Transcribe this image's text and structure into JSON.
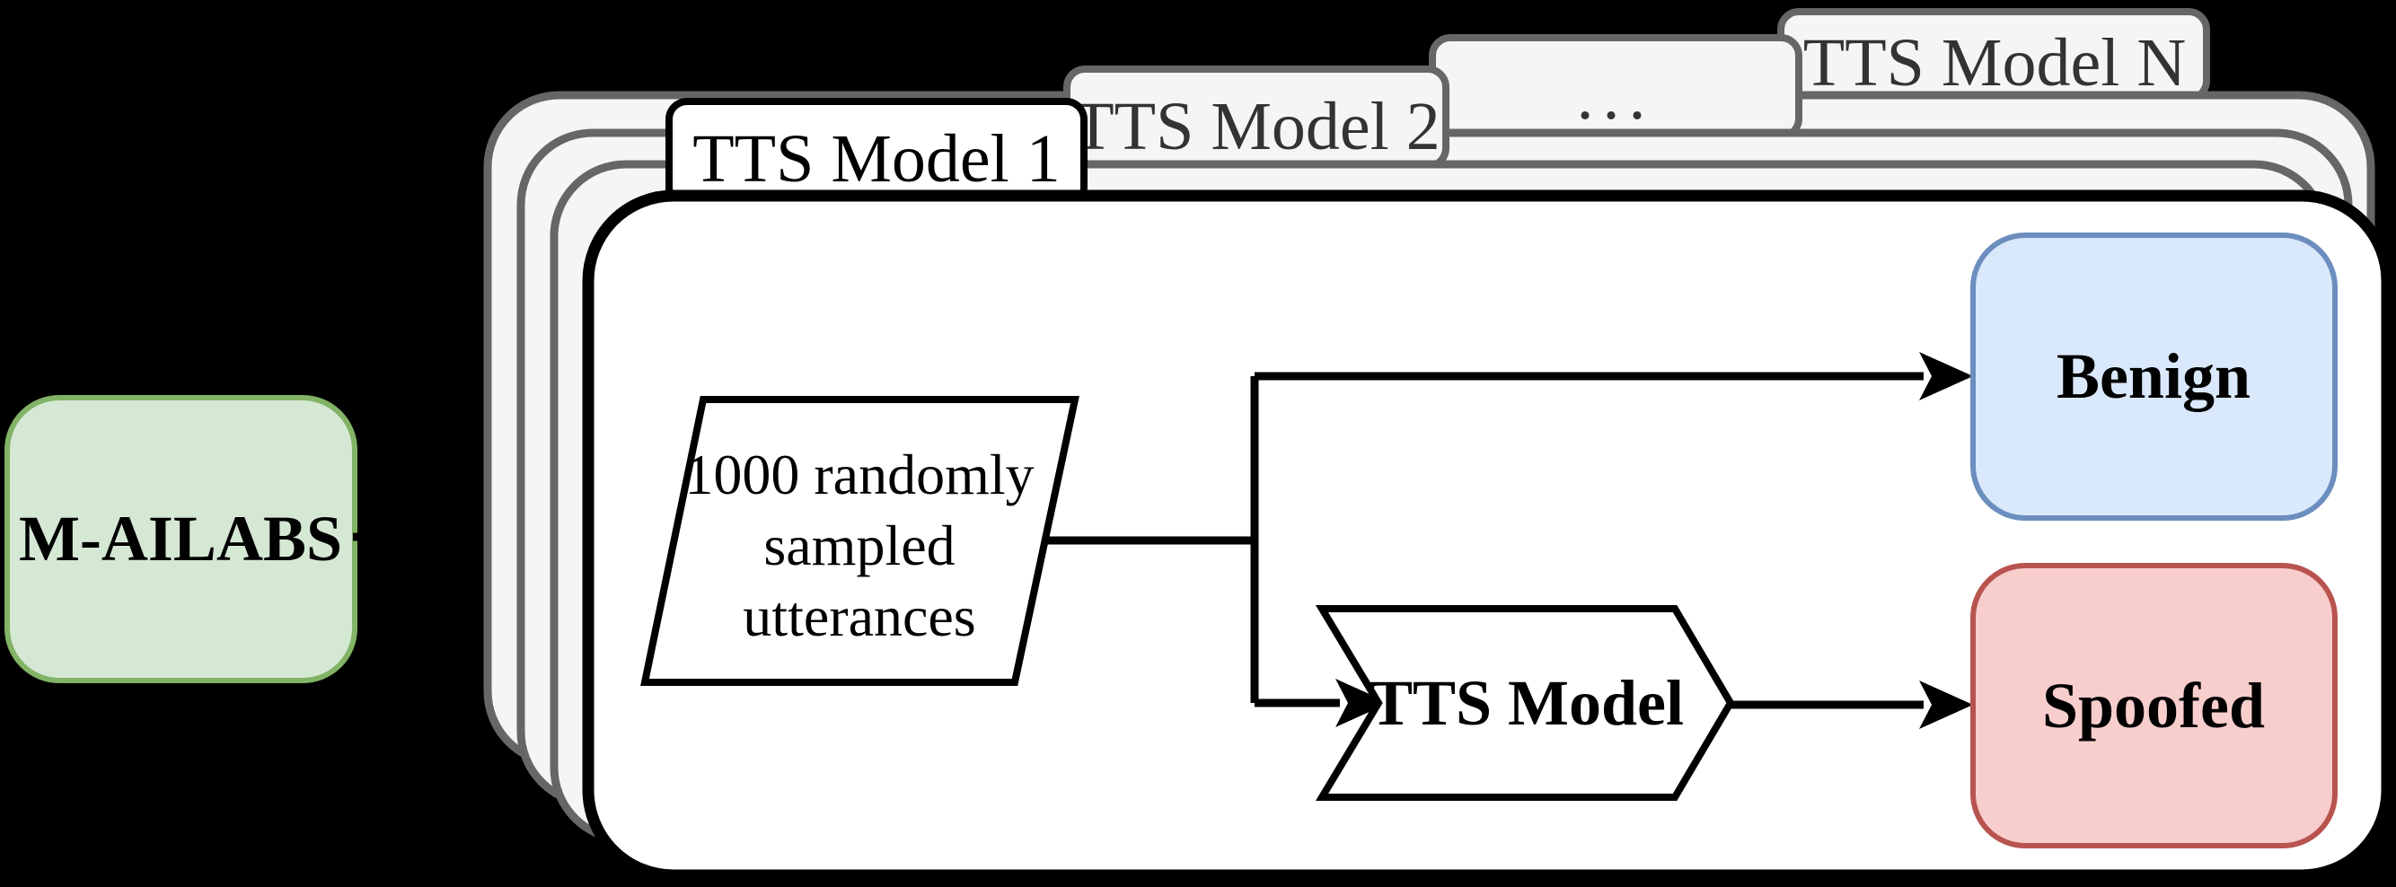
{
  "canvas": {
    "background": "#000000"
  },
  "dataset": {
    "label": "M-AILABS",
    "fill": "#d5e8d4",
    "stroke": "#82b366"
  },
  "stack": {
    "card_fill": "#f5f5f5",
    "card_stroke": "#666666",
    "front_card_fill": "#ffffff",
    "front_card_stroke": "#000000",
    "tabs": [
      {
        "label": "TTS Model 1"
      },
      {
        "label": "TTS Model 2"
      },
      {
        "label": "..."
      },
      {
        "label": "TTS Model N"
      }
    ]
  },
  "flow": {
    "input": {
      "lines": [
        "1000 randomly",
        "sampled",
        "utterances"
      ],
      "fill": "#ffffff",
      "stroke": "#000000"
    },
    "process": {
      "label": "TTS Model",
      "fill": "#ffffff",
      "stroke": "#000000"
    },
    "outputs": [
      {
        "label": "Benign",
        "fill": "#dae8fc",
        "stroke": "#6c8ebf"
      },
      {
        "label": "Spoofed",
        "fill": "#f8cecc",
        "stroke": "#b85450"
      }
    ]
  }
}
